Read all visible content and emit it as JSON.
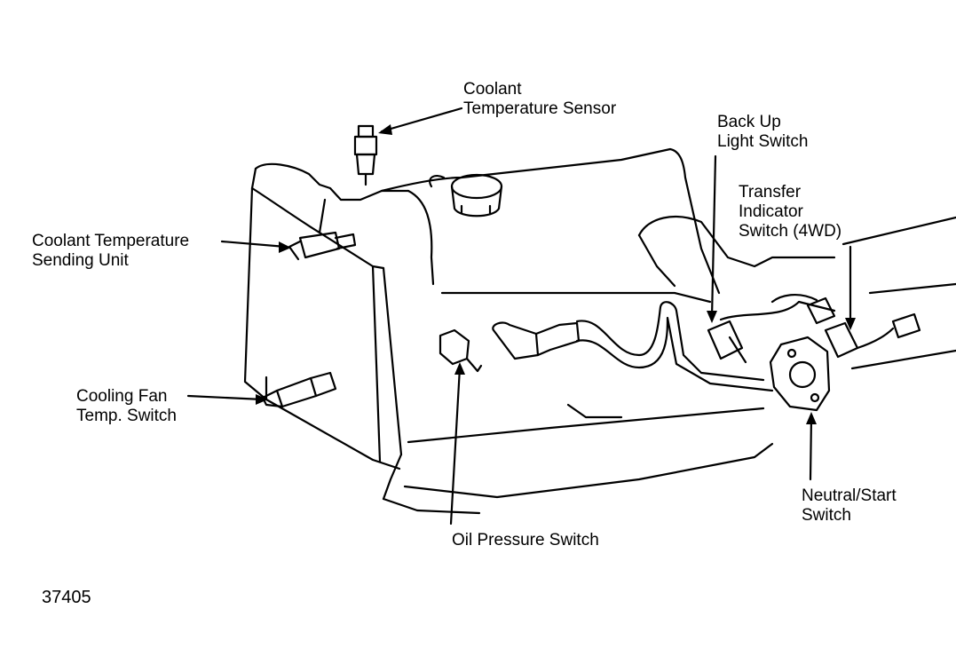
{
  "diagram": {
    "figure_number": "37405",
    "colors": {
      "ink": "#000000",
      "paper": "#ffffff"
    },
    "labels": {
      "coolant_temperature_sensor": [
        "Coolant",
        "Temperature Sensor"
      ],
      "back_up_light_switch": [
        "Back Up",
        "Light Switch"
      ],
      "transfer_indicator_switch": [
        "Transfer",
        "Indicator",
        "Switch (4WD)"
      ],
      "coolant_temperature_sending_unit": [
        "Coolant Temperature",
        "Sending Unit"
      ],
      "cooling_fan_temp_switch": [
        "Cooling Fan",
        "Temp. Switch"
      ],
      "neutral_start_switch": [
        "Neutral/Start",
        "Switch"
      ],
      "oil_pressure_switch": [
        "Oil Pressure Switch"
      ]
    }
  }
}
